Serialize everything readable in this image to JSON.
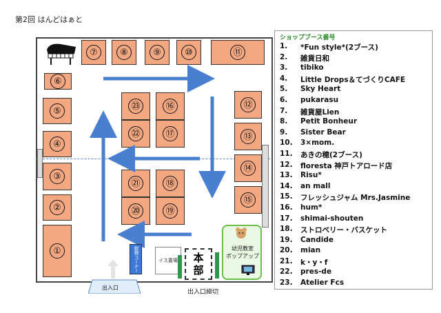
{
  "title": "第2回 はんどはぁと",
  "legend_title": "ショップブース番号",
  "shops": [
    {
      "n": "1.",
      "name": "*Fun style*(2ブース)"
    },
    {
      "n": "2.",
      "name": "雑貨日和"
    },
    {
      "n": "3.",
      "name": "tibiko"
    },
    {
      "n": "4.",
      "name": "Little Drops＆てづくりCAFE"
    },
    {
      "n": "5.",
      "name": "Sky Heart"
    },
    {
      "n": "6.",
      "name": "pukarasu"
    },
    {
      "n": "7.",
      "name": "雑貨屋Lien"
    },
    {
      "n": "8.",
      "name": "Petit Bonheur"
    },
    {
      "n": "9.",
      "name": "Sister Bear"
    },
    {
      "n": "10.",
      "name": "3×mom."
    },
    {
      "n": "11.",
      "name": "あきの穂(2ブース)"
    },
    {
      "n": "12.",
      "name": "floresta 神戸トアロード店"
    },
    {
      "n": "13.",
      "name": "Risu*"
    },
    {
      "n": "14.",
      "name": "an mall"
    },
    {
      "n": "15.",
      "name": "フレッシュジャム Mrs.Jasmine"
    },
    {
      "n": "16.",
      "name": "hum*"
    },
    {
      "n": "17.",
      "name": "shimai-shouten"
    },
    {
      "n": "18.",
      "name": "ストロベリー・バスケット"
    },
    {
      "n": "19.",
      "name": "Candide"
    },
    {
      "n": "20.",
      "name": "mian"
    },
    {
      "n": "21.",
      "name": "k・y・f"
    },
    {
      "n": "22.",
      "name": "pres-de"
    },
    {
      "n": "23.",
      "name": "Atelier Fcs"
    }
  ],
  "booth_labels": {
    "b1": "①",
    "b2": "②",
    "b3": "③",
    "b4": "④",
    "b5": "⑤",
    "b6": "⑥",
    "b7": "⑦",
    "b8": "⑧",
    "b9": "⑨",
    "b10": "⑩",
    "b11": "⑪",
    "b12": "⑫",
    "b13": "⑬",
    "b14": "⑭",
    "b15": "⑮",
    "b16": "⑯",
    "b17": "⑰",
    "b18": "⑱",
    "b19": "⑲",
    "b20": "⑳",
    "b21": "㉑",
    "b22": "㉒",
    "b23": "㉓"
  },
  "areas": {
    "hq_line1": "本",
    "hq_line2": "部",
    "chairs": "イス置場",
    "drinks": "飲物コーナー",
    "kids_line1": "幼児教室",
    "kids_line2": "ポップアップ",
    "entrance": "出入口",
    "exit_closed": "出入口締切"
  },
  "colors": {
    "booth": "#f4a882",
    "arrow": "#4a7fd0",
    "kids_border": "#6cc04a",
    "legend_title": "#2a8a2a"
  }
}
